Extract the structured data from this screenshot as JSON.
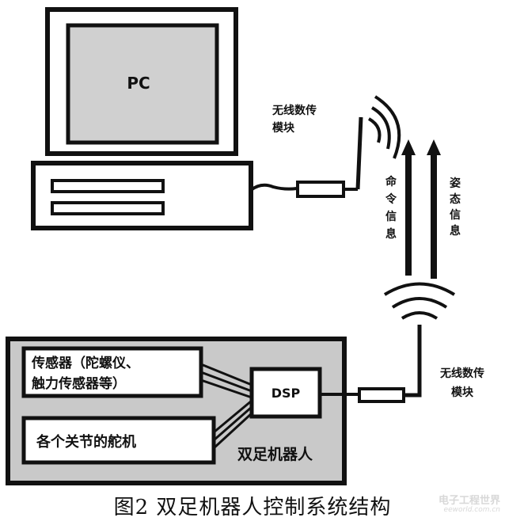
{
  "labels": {
    "pc": "PC",
    "wireless_module_top": [
      "无线数传",
      "模块"
    ],
    "command_info": [
      "命",
      "令",
      "信",
      "息"
    ],
    "posture_info": [
      "姿",
      "态",
      "信",
      "息"
    ],
    "sensor_box": [
      "传感器（陀螺仪、",
      "触力传感器等）"
    ],
    "dsp": "DSP",
    "servo_box": "各个关节的舵机",
    "robot": "双足机器人",
    "wireless_module_bottom": [
      "无线数传",
      "模块"
    ]
  },
  "caption": "图2   双足机器人控制系统结构",
  "logo": {
    "cn": "电子工程世界",
    "en": "eeworld.com.cn"
  },
  "colors": {
    "line": "#111111",
    "robot_fill": "#c9c9c9",
    "screen_fill": "#d0d0d0",
    "logo": "#d8d8d8"
  }
}
